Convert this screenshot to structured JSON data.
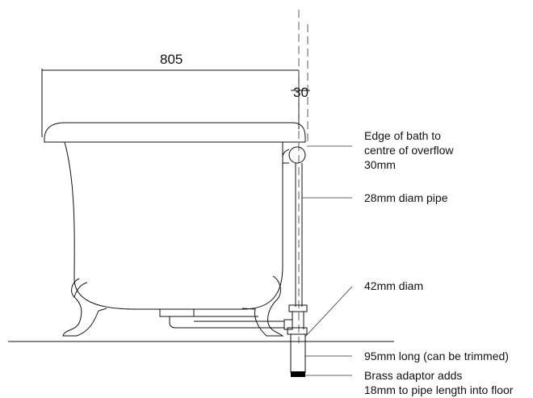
{
  "dimensions": {
    "width": "805",
    "overflow_offset": "30"
  },
  "annotations": {
    "edge_line1": "Edge of bath to",
    "edge_line2": "centre of overflow",
    "edge_line3": "30mm",
    "pipe": "28mm diam pipe",
    "diam42": "42mm diam",
    "long95": "95mm long (can be trimmed)",
    "adaptor_line1": "Brass adaptor adds",
    "adaptor_line2": "18mm to pipe length into floor"
  },
  "colors": {
    "line": "#111111",
    "adaptor": "#000000",
    "background": "#ffffff"
  }
}
